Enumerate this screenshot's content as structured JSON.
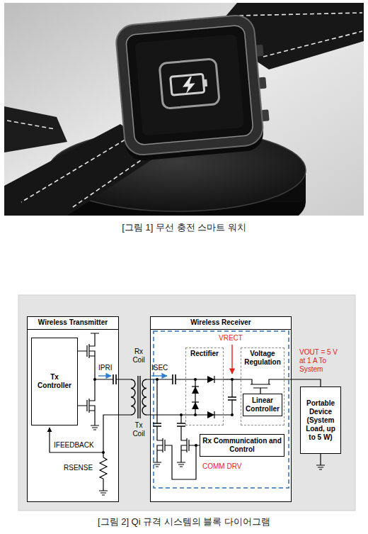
{
  "diagram": {
    "caption": "[그림 2] Qi 규격 시스템의 블록 다이어그램",
    "nodes": [
      {
        "text": [
          "Wireless Transmitter"
        ]
      },
      {
        "text": [
          "Tx Controller"
        ],
        "in": 0
      },
      {
        "text": [
          "Wireless Receiver"
        ]
      },
      {
        "text": [
          "Rectifier"
        ],
        "in": 2
      },
      {
        "text": [
          "Voltage Regulation"
        ],
        "in": 2
      },
      {
        "text": [
          "Linear Controller"
        ],
        "in": 4
      },
      {
        "text": [
          "Rx Communication and Control"
        ],
        "in": 2
      },
      {
        "text": [
          "Portable Device (System Load, up to 5 W)"
        ]
      }
    ],
    "edges": [
      {
        "from": 3,
        "to": 4,
        "arrow": "none"
      },
      {
        "from": 4,
        "to": 7,
        "arrow": "none",
        "label": "VOUT = 5 V at 1 A To System"
      }
    ],
    "labels": [
      "[그림 1] 무선 충전 스마트 워치",
      "IPRI",
      "Rx Coil",
      "ISEC",
      "Tx Coil",
      "IFEEDBACK",
      "RSENSE",
      "VRECT",
      "COMM DRV"
    ]
  }
}
